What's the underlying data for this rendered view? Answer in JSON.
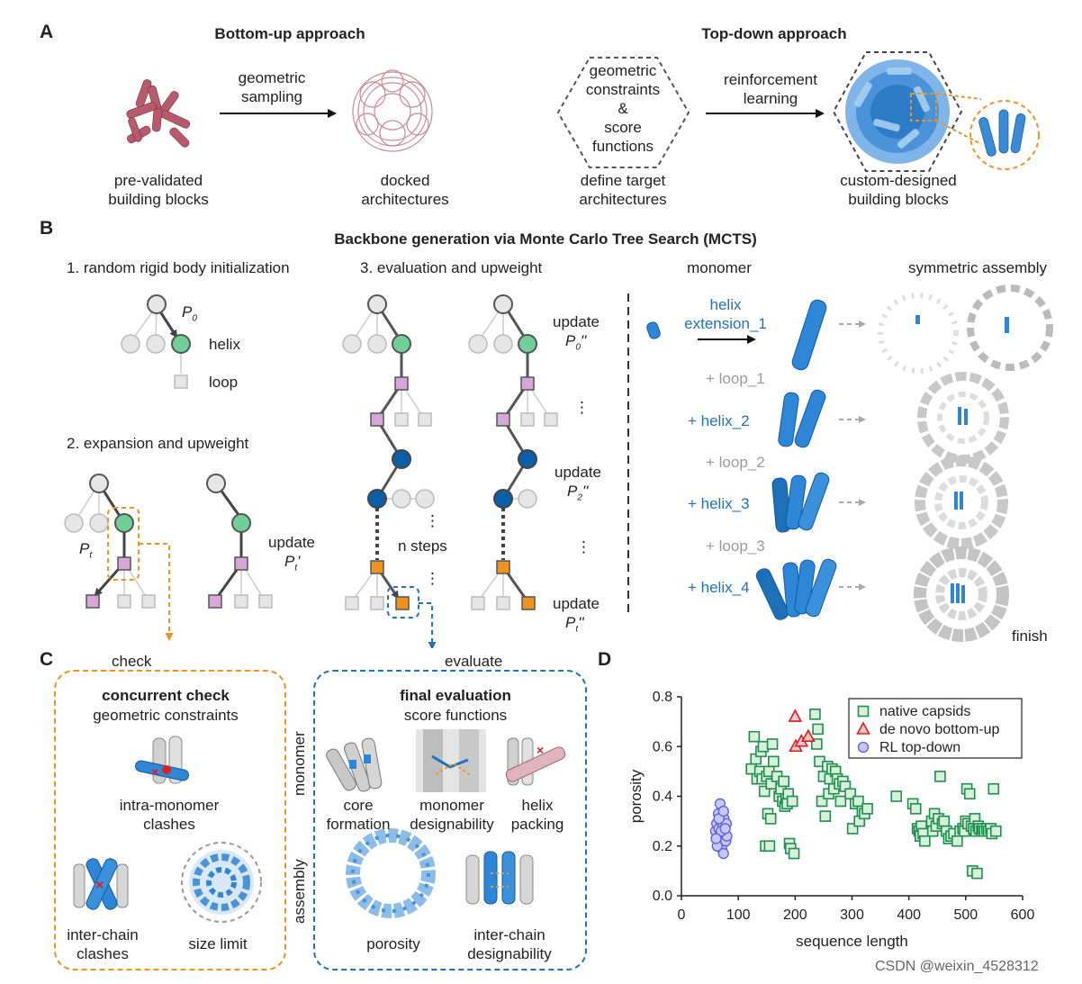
{
  "colors": {
    "orange": "#f0921e",
    "blue": "#1e73be",
    "green": "#6fcf97",
    "pink": "#d9a6d9",
    "navy": "#0b5ea8",
    "grey": "#d9d9d9",
    "maroon": "#b85a6e"
  },
  "panel_a": {
    "letter": "A",
    "bottom_up_title": "Bottom-up approach",
    "top_down_title": "Top-down approach",
    "arrow1_label": [
      "geometric",
      "sampling"
    ],
    "arrow2_label": [
      "reinforcement",
      "learning"
    ],
    "hexagon_text": [
      "geometric",
      "constraints",
      "&",
      "score",
      "functions"
    ],
    "caption_blocks": [
      "pre-validated",
      "building blocks"
    ],
    "caption_docked": [
      "docked",
      "architectures"
    ],
    "caption_target": [
      "define target",
      "architectures"
    ],
    "caption_custom": [
      "custom-designed",
      "building blocks"
    ]
  },
  "panel_b": {
    "letter": "B",
    "title": "Backbone generation via Monte Carlo Tree Search (MCTS)",
    "step1": "1. random rigid body initialization",
    "step2": "2. expansion and upweight",
    "step3": "3. evaluation and upweight",
    "monomer_header": "monomer",
    "assembly_header": "symmetric assembly",
    "p0": "P",
    "p0_sub": "0",
    "helix_label": "helix",
    "loop_label": "loop",
    "pt": "P",
    "pt_sub": "t",
    "update": "update",
    "update_p1": "P",
    "update_p1_sub": "t",
    "update_p1_prime": "'",
    "update_p0": "P",
    "update_p0_sub": "0",
    "update_p2": "P",
    "update_p2_sub": "2",
    "update_pt": "P",
    "update_pt_sub": "t",
    "double_prime": "''",
    "n_steps": "n steps",
    "dots": "⋮",
    "helix_ext": [
      "helix",
      "extension_1"
    ],
    "loop1": "+ loop_1",
    "helix2": "+ helix_2",
    "loop2": "+ loop_2",
    "helix3": "+ helix_3",
    "loop3": "+ loop_3",
    "helix4": "+ helix_4",
    "finish": "finish"
  },
  "panel_c": {
    "letter": "C",
    "check_label": "check",
    "evaluate_label": "evaluate",
    "concurrent_title": "concurrent check",
    "concurrent_sub": "geometric constraints",
    "intra": [
      "intra-monomer",
      "clashes"
    ],
    "inter": [
      "inter-chain",
      "clashes"
    ],
    "size_limit": "size limit",
    "final_title": "final evaluation",
    "final_sub": "score functions",
    "side_monomer": "monomer",
    "side_assembly": "assembly",
    "core": [
      "core",
      "formation"
    ],
    "monomer_des": [
      "monomer",
      "designability"
    ],
    "helix_pack": [
      "helix",
      "packing"
    ],
    "porosity": "porosity",
    "inter_des": [
      "inter-chain",
      "designability"
    ]
  },
  "panel_d": {
    "letter": "D"
  },
  "watermark": "CSDN @weixin_4528312",
  "chart_data": {
    "type": "scatter",
    "xlabel": "sequence length",
    "ylabel": "porosity",
    "xlim": [
      0,
      600
    ],
    "ylim": [
      0,
      0.8
    ],
    "xticks": [
      0,
      100,
      200,
      300,
      400,
      500,
      600
    ],
    "yticks": [
      0.0,
      0.2,
      0.4,
      0.6,
      0.8
    ],
    "ytick_labels": [
      "0.0",
      "0.2",
      "0.4",
      "0.6",
      "0.8"
    ],
    "legend_position": "top-right",
    "series": [
      {
        "name": "native capsids",
        "marker": "square",
        "color": "#1f8f4e",
        "fill": "#d8f0dc",
        "points": [
          [
            123,
            0.51
          ],
          [
            128,
            0.64
          ],
          [
            131,
            0.55
          ],
          [
            133,
            0.47
          ],
          [
            138,
            0.5
          ],
          [
            140,
            0.58
          ],
          [
            142,
            0.47
          ],
          [
            144,
            0.6
          ],
          [
            146,
            0.42
          ],
          [
            148,
            0.2
          ],
          [
            150,
            0.48
          ],
          [
            152,
            0.33
          ],
          [
            154,
            0.5
          ],
          [
            155,
            0.2
          ],
          [
            157,
            0.31
          ],
          [
            158,
            0.45
          ],
          [
            160,
            0.61
          ],
          [
            162,
            0.54
          ],
          [
            168,
            0.48
          ],
          [
            172,
            0.4
          ],
          [
            175,
            0.43
          ],
          [
            178,
            0.38
          ],
          [
            180,
            0.46
          ],
          [
            182,
            0.36
          ],
          [
            184,
            0.39
          ],
          [
            186,
            0.37
          ],
          [
            188,
            0.41
          ],
          [
            190,
            0.21
          ],
          [
            192,
            0.19
          ],
          [
            195,
            0.38
          ],
          [
            198,
            0.17
          ],
          [
            235,
            0.73
          ],
          [
            238,
            0.61
          ],
          [
            240,
            0.67
          ],
          [
            243,
            0.54
          ],
          [
            247,
            0.38
          ],
          [
            250,
            0.48
          ],
          [
            253,
            0.32
          ],
          [
            257,
            0.52
          ],
          [
            259,
            0.41
          ],
          [
            261,
            0.47
          ],
          [
            265,
            0.51
          ],
          [
            268,
            0.43
          ],
          [
            271,
            0.5
          ],
          [
            274,
            0.47
          ],
          [
            278,
            0.45
          ],
          [
            280,
            0.38
          ],
          [
            284,
            0.46
          ],
          [
            288,
            0.44
          ],
          [
            297,
            0.41
          ],
          [
            301,
            0.27
          ],
          [
            306,
            0.37
          ],
          [
            311,
            0.38
          ],
          [
            313,
            0.3
          ],
          [
            318,
            0.34
          ],
          [
            322,
            0.33
          ],
          [
            327,
            0.35
          ],
          [
            378,
            0.4
          ],
          [
            407,
            0.37
          ],
          [
            412,
            0.35
          ],
          [
            415,
            0.27
          ],
          [
            418,
            0.26
          ],
          [
            420,
            0.24
          ],
          [
            422,
            0.28
          ],
          [
            425,
            0.25
          ],
          [
            428,
            0.22
          ],
          [
            440,
            0.3
          ],
          [
            442,
            0.26
          ],
          [
            445,
            0.33
          ],
          [
            448,
            0.28
          ],
          [
            452,
            0.31
          ],
          [
            455,
            0.48
          ],
          [
            459,
            0.29
          ],
          [
            462,
            0.3
          ],
          [
            466,
            0.26
          ],
          [
            470,
            0.23
          ],
          [
            474,
            0.24
          ],
          [
            479,
            0.25
          ],
          [
            485,
            0.22
          ],
          [
            490,
            0.26
          ],
          [
            495,
            0.27
          ],
          [
            498,
            0.26
          ],
          [
            500,
            0.3
          ],
          [
            502,
            0.43
          ],
          [
            504,
            0.29
          ],
          [
            507,
            0.41
          ],
          [
            510,
            0.28
          ],
          [
            512,
            0.1
          ],
          [
            514,
            0.27
          ],
          [
            516,
            0.31
          ],
          [
            518,
            0.26
          ],
          [
            520,
            0.09
          ],
          [
            522,
            0.28
          ],
          [
            524,
            0.27
          ],
          [
            528,
            0.26
          ],
          [
            530,
            0.27
          ],
          [
            533,
            0.26
          ],
          [
            537,
            0.27
          ],
          [
            540,
            0.26
          ],
          [
            544,
            0.27
          ],
          [
            546,
            0.25
          ],
          [
            549,
            0.43
          ],
          [
            553,
            0.26
          ]
        ]
      },
      {
        "name": "de novo bottom-up",
        "marker": "triangle",
        "color": "#d62020",
        "fill": "#f8c8c8",
        "points": [
          [
            200,
            0.72
          ],
          [
            201,
            0.6
          ],
          [
            211,
            0.62
          ],
          [
            223,
            0.64
          ]
        ]
      },
      {
        "name": "RL top-down",
        "marker": "circle",
        "color": "#5a5ee0",
        "fill": "#c7c8f7",
        "points": [
          [
            60,
            0.26
          ],
          [
            62,
            0.29
          ],
          [
            64,
            0.23
          ],
          [
            65,
            0.33
          ],
          [
            66,
            0.27
          ],
          [
            67,
            0.21
          ],
          [
            68,
            0.37
          ],
          [
            69,
            0.25
          ],
          [
            70,
            0.3
          ],
          [
            71,
            0.19
          ],
          [
            72,
            0.23
          ],
          [
            73,
            0.28
          ],
          [
            74,
            0.17
          ],
          [
            75,
            0.31
          ],
          [
            76,
            0.26
          ],
          [
            78,
            0.22
          ],
          [
            79,
            0.29
          ],
          [
            80,
            0.24
          ],
          [
            63,
            0.2
          ],
          [
            66,
            0.31
          ],
          [
            70,
            0.26
          ],
          [
            74,
            0.34
          ],
          [
            77,
            0.27
          ],
          [
            61,
            0.23
          ]
        ]
      }
    ]
  }
}
